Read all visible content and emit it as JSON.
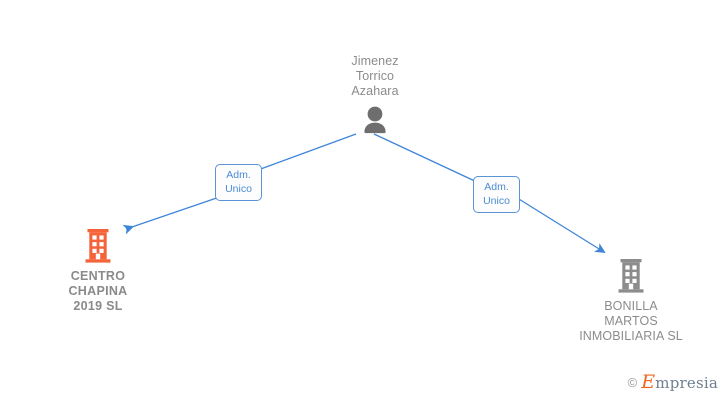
{
  "diagram": {
    "type": "org-relationship-chart",
    "background_color": "#ffffff",
    "edge_color": "#3d85d9",
    "person_icon_color": "#6e6e6e",
    "company_highlight_color": "#f4633a",
    "company_muted_color": "#8c8c8c"
  },
  "person": {
    "name": "Jimenez\nTorrico\nAzahara",
    "icon": "person-icon"
  },
  "companies": [
    {
      "id": "centro-chapina",
      "name": "CENTRO\nCHAPINA\n2019  SL",
      "icon": "building-icon",
      "color": "#f4633a",
      "highlighted": true
    },
    {
      "id": "bonilla-martos",
      "name": "BONILLA\nMARTOS\nINMOBILIARIA SL",
      "icon": "building-icon",
      "color": "#8c8c8c",
      "highlighted": false
    }
  ],
  "edges": [
    {
      "id": "edge-left",
      "from": "person",
      "to": "centro-chapina",
      "label": "Adm.\nUnico"
    },
    {
      "id": "edge-right",
      "from": "person",
      "to": "bonilla-martos",
      "label": "Adm.\nUnico"
    }
  ],
  "footer": {
    "copyright_symbol": "©",
    "brand_initial": "E",
    "brand_rest": "mpresia"
  }
}
